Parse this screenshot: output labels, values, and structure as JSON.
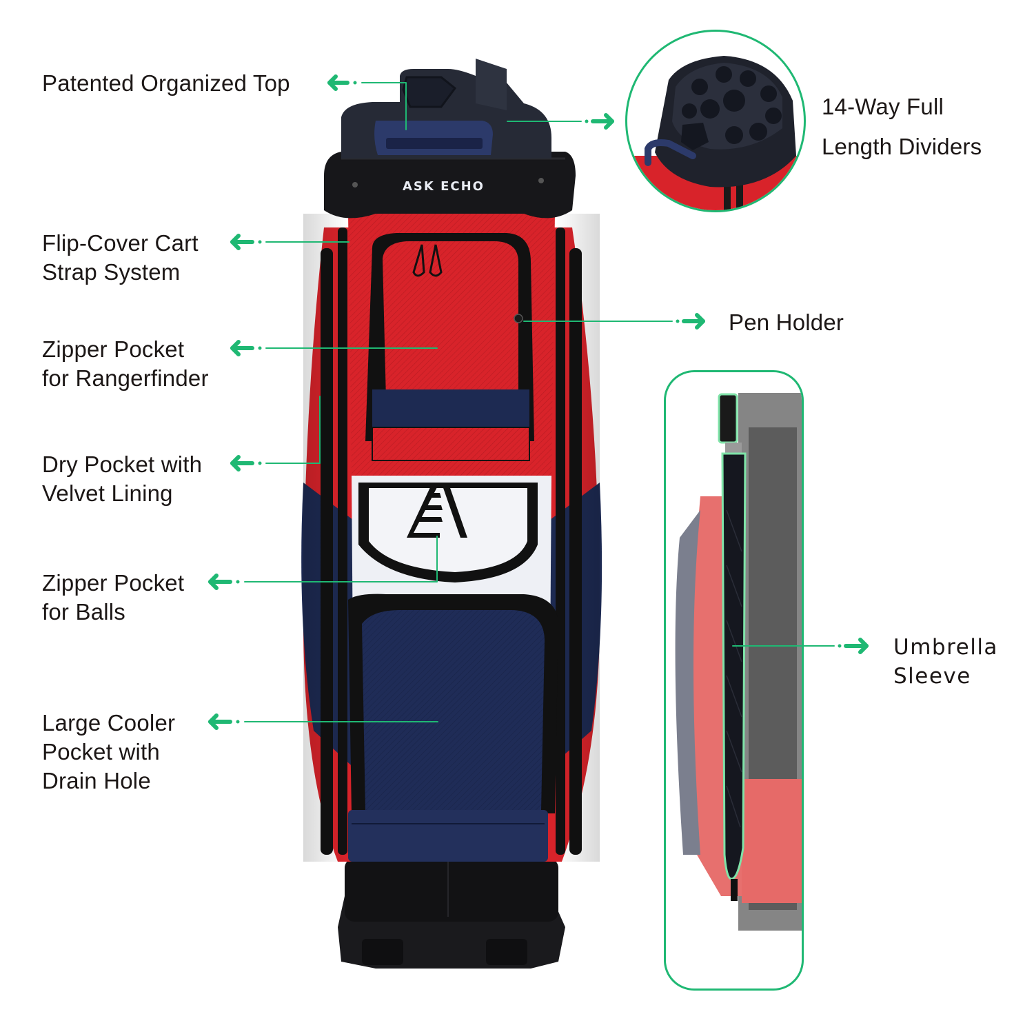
{
  "brand": {
    "wordmark": "ASK ECHO",
    "logo_icon": "ae-triangle-logo"
  },
  "accent_color": "#1fb873",
  "bag_colors": {
    "red": "#d8232a",
    "navy": "#1d2a52",
    "white": "#f1f2f6",
    "black": "#141416",
    "top_grey": "#2b2f3a"
  },
  "callouts": {
    "organized_top": {
      "lines": [
        "Patented Organized Top"
      ],
      "direction": "left"
    },
    "dividers": {
      "lines": [
        "14-Way Full",
        "Length Dividers"
      ],
      "direction": "right"
    },
    "cart_strap": {
      "lines": [
        "Flip-Cover Cart",
        "Strap System"
      ],
      "direction": "left"
    },
    "pen_holder": {
      "lines": [
        "Pen Holder"
      ],
      "direction": "right"
    },
    "rangefinder": {
      "lines": [
        "Zipper Pocket",
        "for Rangerfinder"
      ],
      "direction": "left"
    },
    "dry_pocket": {
      "lines": [
        "Dry Pocket with",
        "Velvet Lining"
      ],
      "direction": "left"
    },
    "balls": {
      "lines": [
        "Zipper Pocket",
        "for Balls"
      ],
      "direction": "left"
    },
    "cooler": {
      "lines": [
        "Large Cooler",
        "Pocket with",
        "Drain Hole"
      ],
      "direction": "left"
    },
    "umbrella": {
      "lines": [
        "Umbrella",
        "Sleeve"
      ],
      "direction": "right"
    }
  }
}
